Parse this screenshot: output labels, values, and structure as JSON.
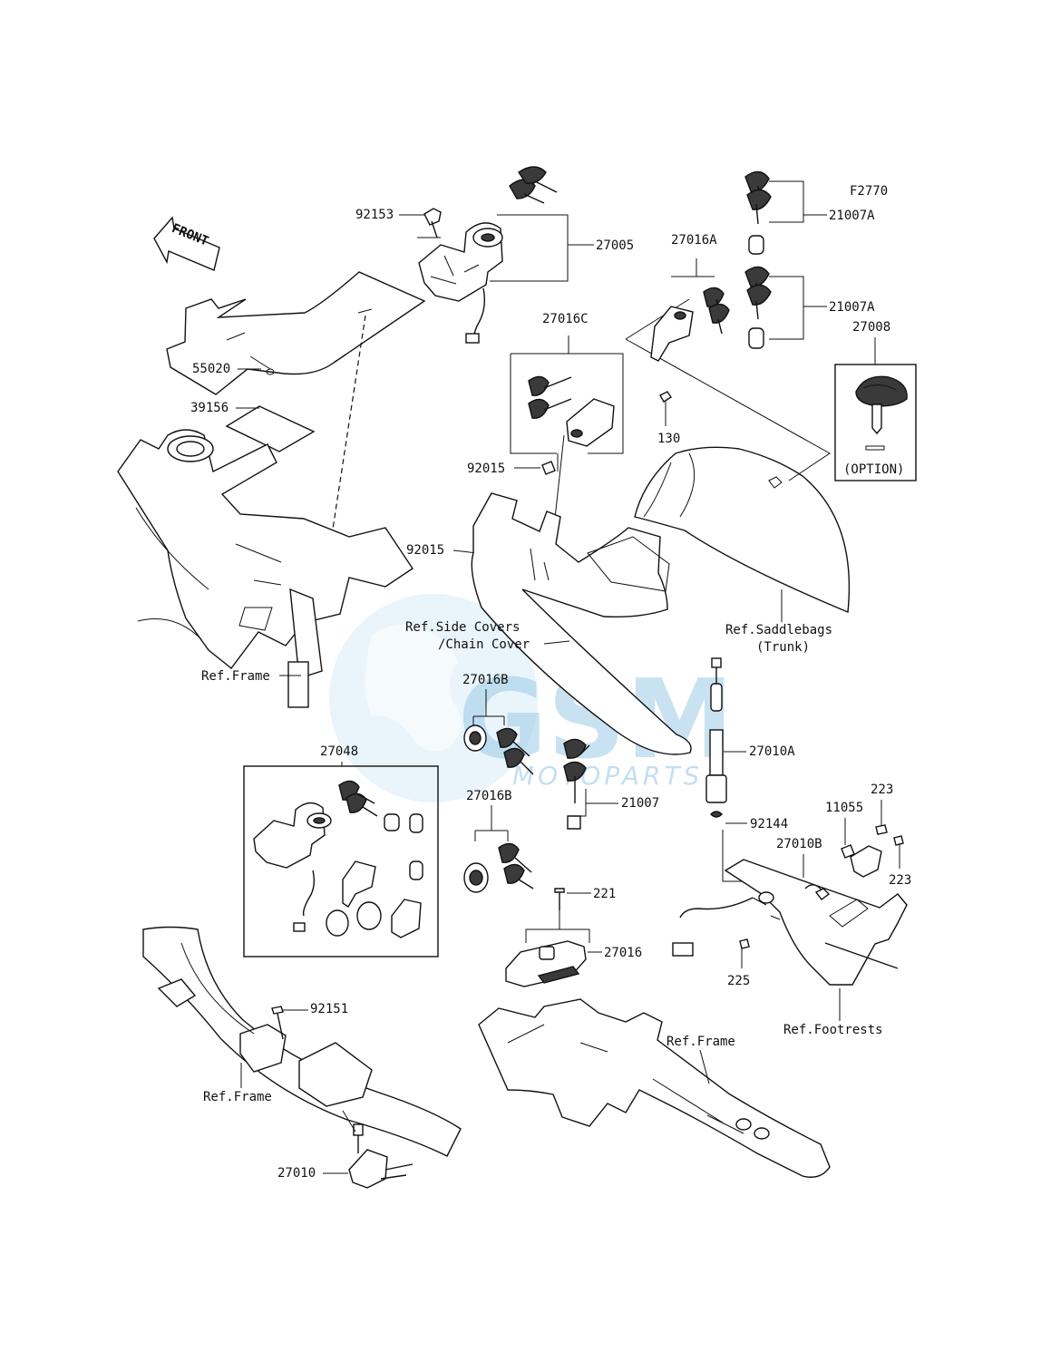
{
  "diagram_code": "F2770",
  "front_arrow": "FRONT",
  "watermark": {
    "main": "GSM",
    "sub": "MOTOPARTS",
    "color": "#9ccbe6"
  },
  "labels": {
    "p92153": "92153",
    "p27005": "27005",
    "p21007A_1": "21007A",
    "p21007A_2": "21007A",
    "p27016A": "27016A",
    "p27008": "27008",
    "p27016C": "27016C",
    "p55020": "55020",
    "p39156": "39156",
    "p130": "130",
    "p92015_1": "92015",
    "p92015_2": "92015",
    "option": "(OPTION)",
    "ref_side_covers_1": "Ref.Side Covers",
    "ref_side_covers_2": "/Chain Cover",
    "ref_saddlebags_1": "Ref.Saddlebags",
    "ref_saddlebags_2": "(Trunk)",
    "ref_frame_1": "Ref.Frame",
    "p27016B_1": "27016B",
    "p27016B_2": "27016B",
    "p27010A": "27010A",
    "p27048": "27048",
    "p21007": "21007",
    "p223_1": "223",
    "p11055": "11055",
    "p92144": "92144",
    "p27010B": "27010B",
    "p223_2": "223",
    "p221": "221",
    "p27016": "27016",
    "p225": "225",
    "p92151": "92151",
    "ref_footrests": "Ref.Footrests",
    "ref_frame_2": "Ref.Frame",
    "ref_frame_3": "Ref.Frame",
    "p27010": "27010"
  }
}
